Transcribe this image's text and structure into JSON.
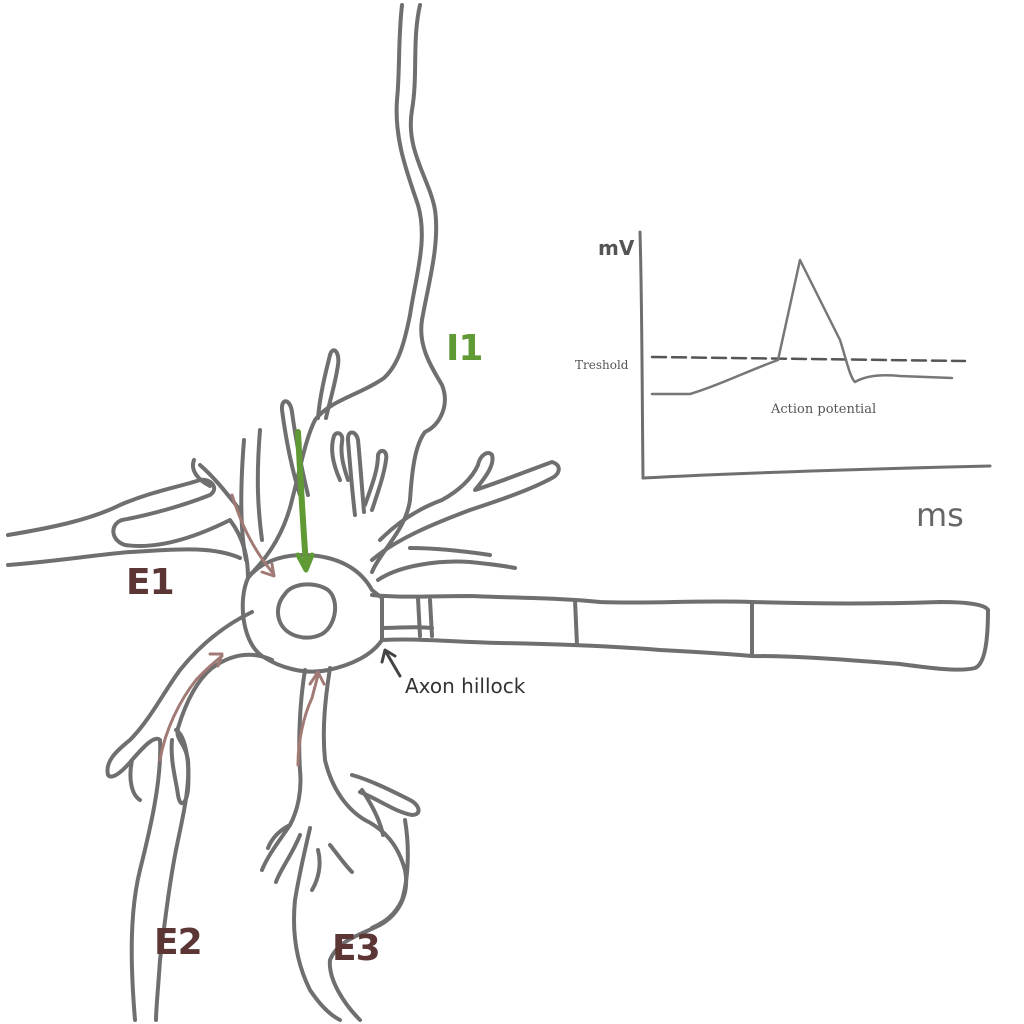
{
  "colors": {
    "outline": "#6f6f6f",
    "excitatory": "#5c3535",
    "excitatory_arrow": "#a27a75",
    "inhibitory": "#5f9a35",
    "text": "#333333"
  },
  "labels": {
    "e1": "E1",
    "e2": "E2",
    "e3": "E3",
    "i1": "I1",
    "axon_hillock": "Axon hillock"
  },
  "chart_data": {
    "type": "line",
    "ylabel": "mV",
    "xlabel": "ms",
    "threshold_label": "Treshold",
    "curve_label": "Action potential",
    "grid": false
  }
}
